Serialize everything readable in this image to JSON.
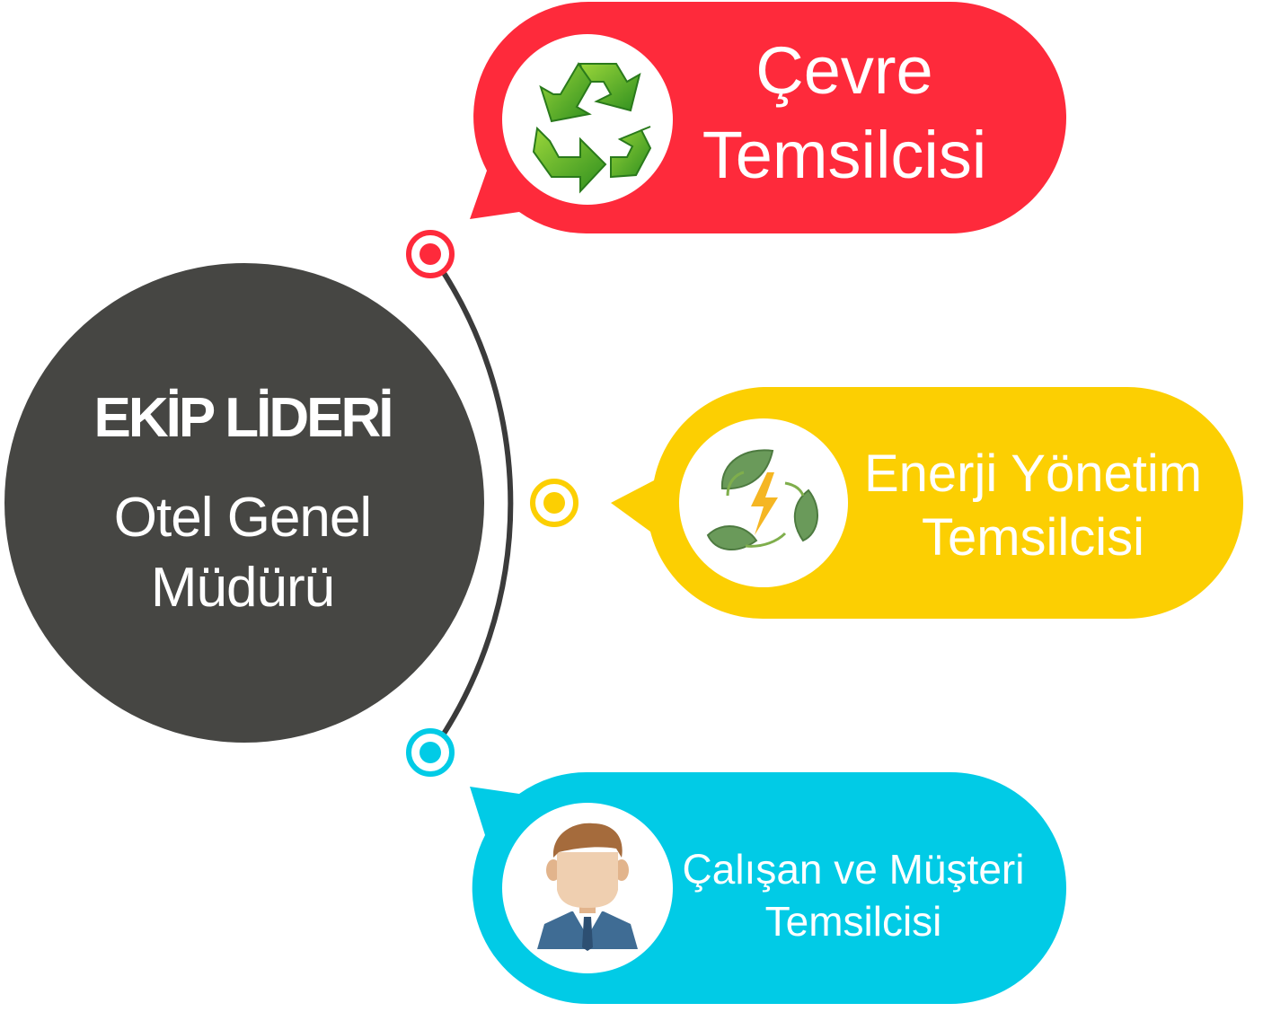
{
  "leader": {
    "role": "EKİP LİDERİ",
    "title_line1": "Otel Genel",
    "title_line2": "Müdürü"
  },
  "branches": [
    {
      "line1": "Çevre",
      "line2": "Temsilcisi",
      "color": "#fe2a3b",
      "icon": "recycle-icon"
    },
    {
      "line1": "Enerji Yönetim",
      "line2": "Temsilcisi",
      "color": "#fccf02",
      "icon": "leaf-energy-icon"
    },
    {
      "line1": "Çalışan ve Müşteri",
      "line2": "Temsilcisi",
      "color": "#01cbe6",
      "icon": "person-icon"
    }
  ],
  "colors": {
    "leader_circle": "#464643",
    "connector_arc": "#3b3b3b"
  }
}
